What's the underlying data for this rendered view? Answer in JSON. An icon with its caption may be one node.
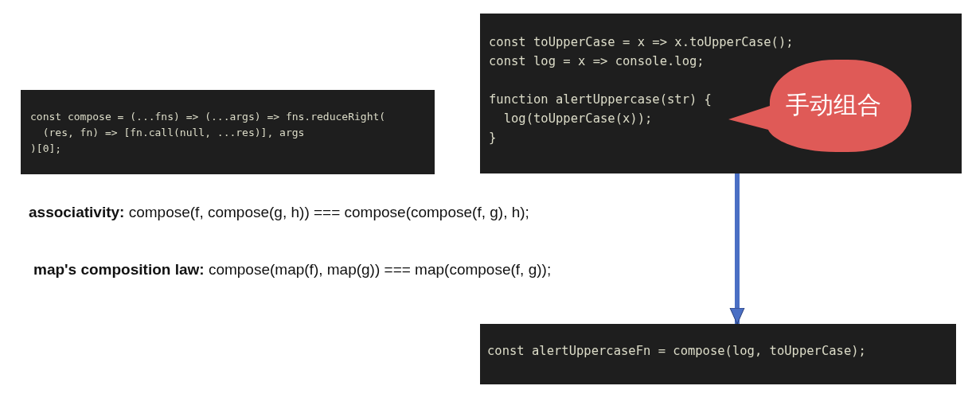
{
  "diagram": {
    "nodes": [
      {
        "text": [
          "const compose = (...fns) => (...args) => fns.reduceRight(",
          "  (res, fn) => [fn.call(null, ...res)], args",
          ")[0];"
        ]
      },
      {
        "text": [
          "const toUpperCase = x => x.toUpperCase();",
          "const log = x => console.log;",
          "function alertUppercase(str) {",
          "  log(toUpperCase(x));",
          "}"
        ]
      },
      {
        "text": [
          "手动组合"
        ],
        "in": 1
      },
      {
        "text": [
          "const alertUppercaseFn = compose(log, toUpperCase);"
        ]
      }
    ],
    "edges": [
      {
        "from": 1,
        "to": 3,
        "arrow": "to"
      }
    ],
    "labels": [
      "**associativity:** compose(f, compose(g, h)) === compose(compose(f, g), h);",
      "**map's composition law:**  compose(map(f), map(g)) === map(compose(f, g));"
    ]
  }
}
